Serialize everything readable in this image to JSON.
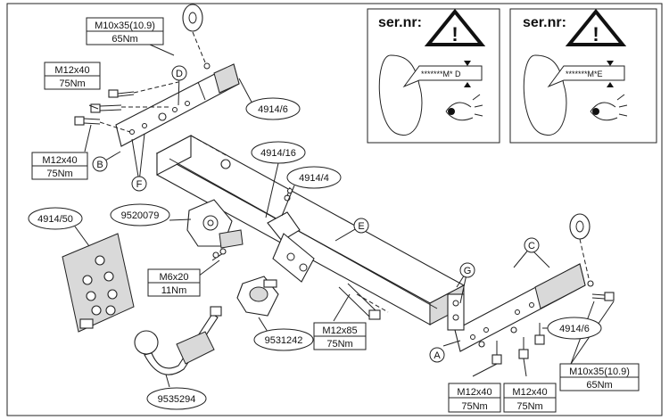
{
  "serial_panels": [
    {
      "heading": "ser.nr:",
      "code": "*******M* D"
    },
    {
      "heading": "ser.nr:",
      "code": "*******M*E"
    }
  ],
  "part_labels": {
    "p4914_6_top": "4914/6",
    "p4914_16": "4914/16",
    "p4914_4": "4914/4",
    "p9520079": "9520079",
    "p4914_50": "4914/50",
    "p9531242": "9531242",
    "p9535294": "9535294",
    "p4914_6_right": "4914/6"
  },
  "bolt_specs": {
    "m10_top": {
      "size": "M10x35(10.9)",
      "torque": "65Nm"
    },
    "m12_upper": {
      "size": "M12x40",
      "torque": "75Nm"
    },
    "m12_lower": {
      "size": "M12x40",
      "torque": "75Nm"
    },
    "m6": {
      "size": "M6x20",
      "torque": "11Nm"
    },
    "m12x85": {
      "size": "M12x85",
      "torque": "75Nm"
    },
    "m12_bottom_a": {
      "size": "M12x40",
      "torque": "75Nm"
    },
    "m12_bottom_b": {
      "size": "M12x40",
      "torque": "75Nm"
    },
    "m10_right": {
      "size": "M10x35(10.9)",
      "torque": "65Nm"
    }
  },
  "callout_letters": {
    "a": "A",
    "b": "B",
    "c": "C",
    "d": "D",
    "e": "E",
    "f": "F",
    "g": "G"
  }
}
